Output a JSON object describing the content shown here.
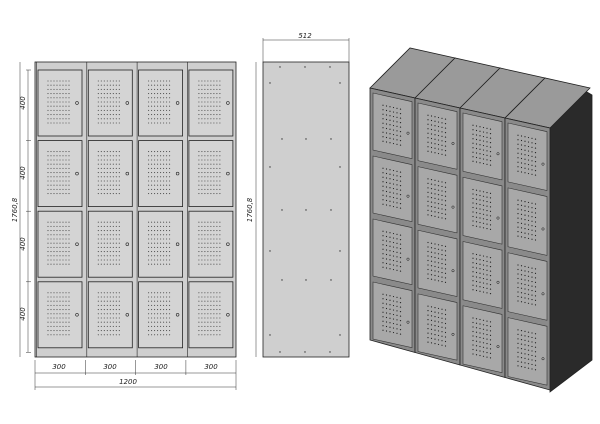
{
  "front_view": {
    "columns": 4,
    "rows": 4,
    "row_height_labels": [
      "400",
      "400",
      "400",
      "400"
    ],
    "column_width_labels": [
      "300",
      "300",
      "300",
      "300"
    ],
    "total_width_label": "1200",
    "total_height_label": "1760,8"
  },
  "side_view": {
    "depth_label": "512",
    "height_label": "1760,8"
  },
  "colors": {
    "panel": "#cfcfcf",
    "door": "#d4d4d4",
    "line": "#222222",
    "iso_front": "#8a8a8a",
    "iso_top": "#9a9a9a",
    "iso_side": "#2a2a2a"
  }
}
